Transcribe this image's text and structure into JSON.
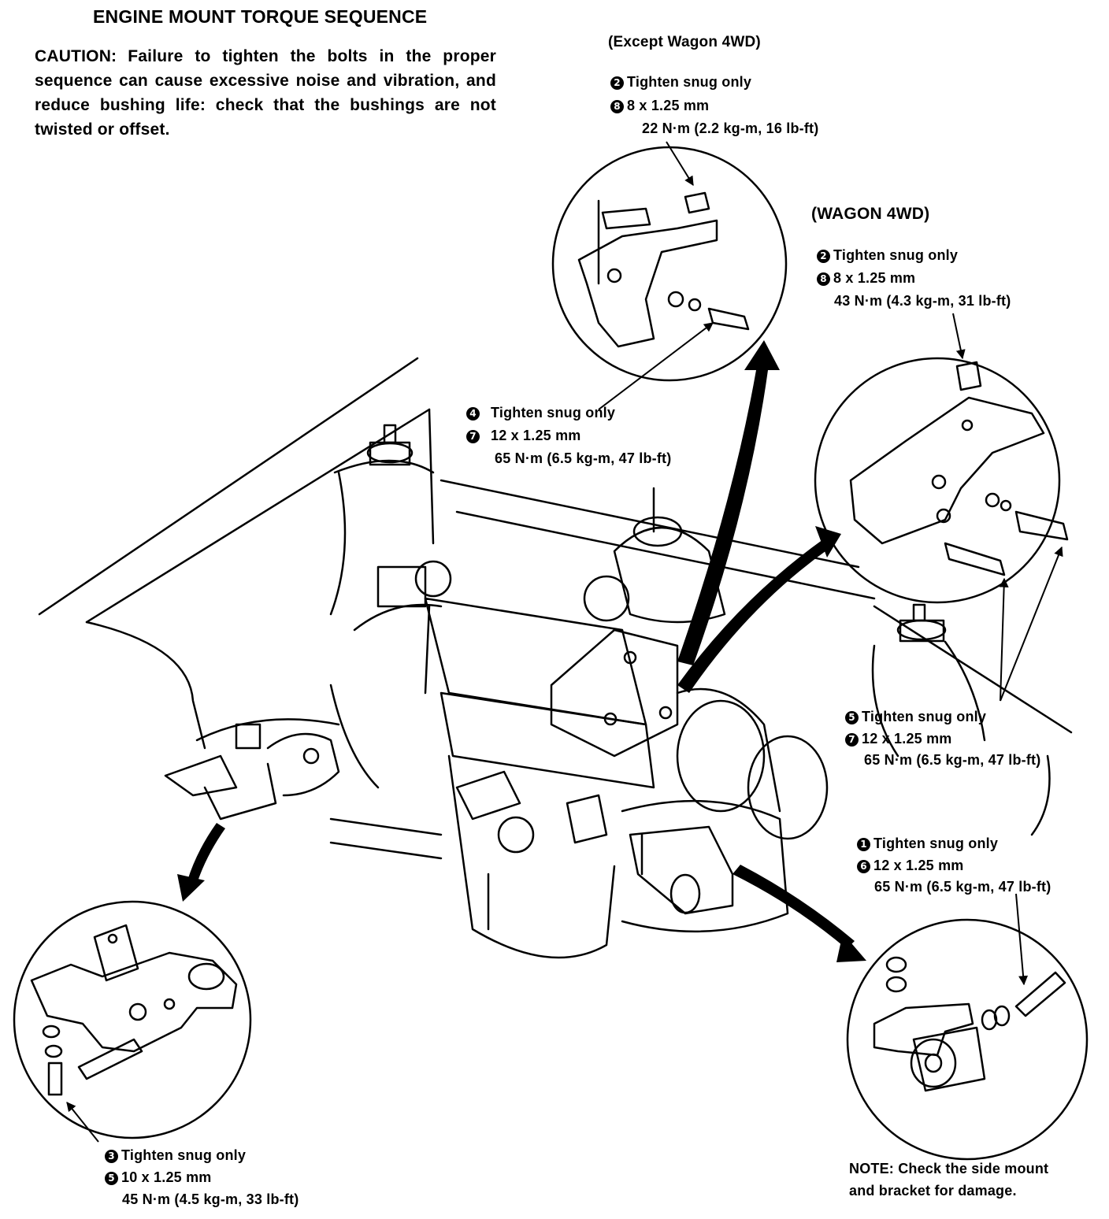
{
  "title": "ENGINE MOUNT TORQUE SEQUENCE",
  "caution": {
    "label": "CAUTION:",
    "text": "Failure to tighten the bolts in the proper sequence can cause excessive noise and vibration, and reduce bushing life: check that the bushings are not twisted or offset."
  },
  "except_wagon": {
    "heading": "(Except Wagon 4WD)",
    "step_a_num": "2",
    "step_a": "Tighten snug only",
    "step_b_num": "8",
    "step_b": "8 x 1.25 mm",
    "torque": "22 N·m (2.2 kg-m, 16 lb-ft)"
  },
  "wagon_4wd": {
    "heading": "(WAGON 4WD)",
    "step_a_num": "2",
    "step_a": "Tighten snug only",
    "step_b_num": "8",
    "step_b": "8 x 1.25 mm",
    "torque": "43 N·m (4.3 kg-m, 31 lb-ft)"
  },
  "center_mount": {
    "step_a_num": "4",
    "step_a": "Tighten snug only",
    "step_b_num": "7",
    "step_b": "12 x 1.25 mm",
    "torque": "65 N·m (6.5 kg-m, 47 lb-ft)"
  },
  "right_rear_mount": {
    "step_a_num": "5",
    "step_a": "Tighten snug only",
    "step_b_num": "7",
    "step_b": "12 x 1.25 mm",
    "torque": "65 N·m (6.5 kg-m, 47 lb-ft)"
  },
  "side_mount": {
    "step_a_num": "1",
    "step_a": "Tighten snug only",
    "step_b_num": "6",
    "step_b": "12 x 1.25 mm",
    "torque": "65 N·m (6.5 kg-m, 47 lb-ft)"
  },
  "left_mount": {
    "step_a_num": "3",
    "step_a": "Tighten snug only",
    "step_b_num": "5",
    "step_b": "10 x 1.25 mm",
    "torque": "45 N·m (4.5 kg-m, 33 lb-ft)"
  },
  "note": {
    "line1": "NOTE: Check the side mount",
    "line2": "and bracket for damage."
  }
}
